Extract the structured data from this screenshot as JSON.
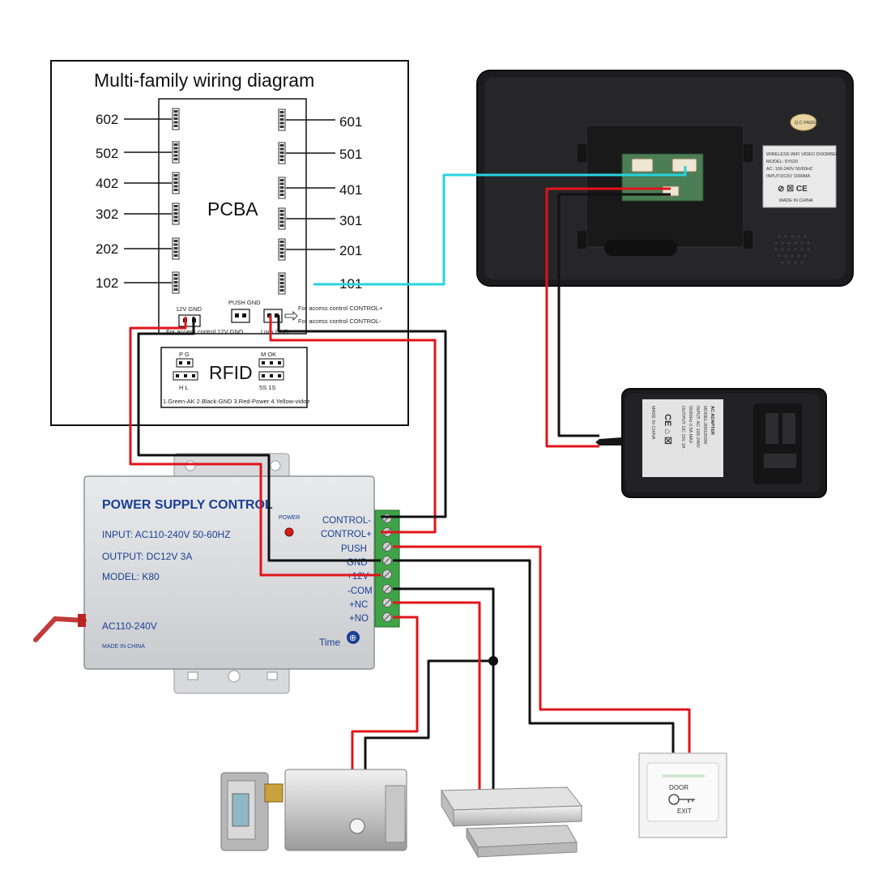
{
  "title": "Multi-family wiring diagram",
  "pcba": {
    "label": "PCBA",
    "left_units": [
      "602",
      "502",
      "402",
      "302",
      "202",
      "102"
    ],
    "right_units": [
      "601",
      "501",
      "401",
      "301",
      "201",
      "101"
    ],
    "power_label": "12V GND",
    "power_sub": "For access control 12V GND",
    "push_label": "PUSH GND",
    "lock_label": "Lock GND",
    "control_plus": "For access control CONTROL+",
    "control_minus": "For access control CONTROL-"
  },
  "rfid": {
    "label": "RFID",
    "pg": "P G",
    "hl": "H  L",
    "mok": "M  OK",
    "s": "5S  1S",
    "legend": "1.Green-AK 2.Black-GND 3.Red-Power 4.Yellow-vidoe"
  },
  "monitor": {
    "label_lines": [
      "WIRELESS WIFI VIDEO DOORBELL",
      "MODEL: SY620",
      "AC: 100-240V  50/60HZ",
      "INPUT:DC5V  1000MA",
      "MADE IN CHINA"
    ],
    "qc": "Q.C PASSED"
  },
  "adapter": {
    "label_lines": [
      "AC ADAPTER",
      "MODEL:2001050W",
      "INPUT: AC 100-240V",
      "50/60Hz  0.5A MAX",
      "OUTPUT: DC 15V 2A"
    ],
    "made": "MADE IN CHINA"
  },
  "psu": {
    "title": "POWER SUPPLY CONTROL",
    "input": "INPUT: AC110-240V  50-60HZ",
    "output": "OUTPUT: DC12V  3A",
    "model": "MODEL: K80",
    "ac": "AC110-240V",
    "made": "MADE IN CHINA",
    "power": "POWER",
    "time": "Time",
    "terminals": [
      "CONTROL-",
      "CONTROL+",
      "PUSH",
      "GND",
      "+12V",
      "-COM",
      "+NC",
      "+NO"
    ]
  },
  "exit_button": {
    "door": "DOOR",
    "exit": "EXIT"
  },
  "colors": {
    "red_wire": "#e0141b",
    "black_wire": "#111111",
    "cyan_wire": "#27d3e0",
    "psu_text": "#1b3f94",
    "terminal_green": "#3ea447"
  }
}
